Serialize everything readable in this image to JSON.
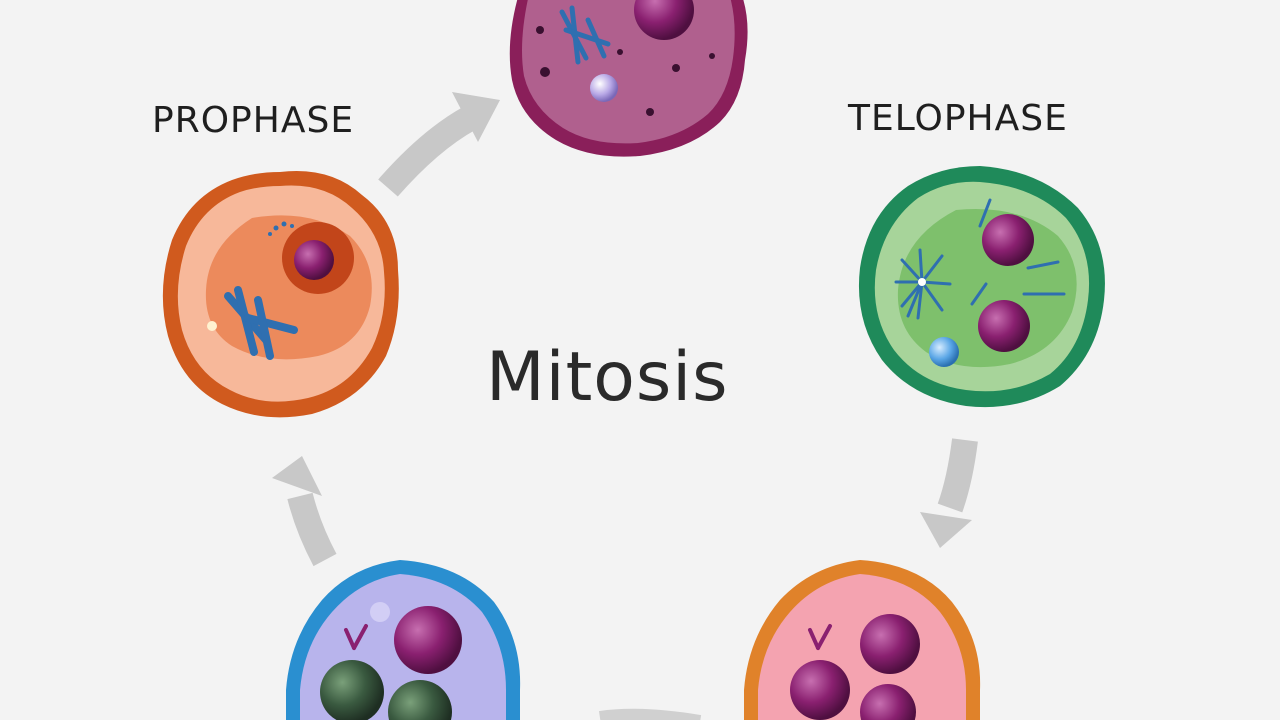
{
  "title": "Mitosis",
  "stages": [
    {
      "label": "PROPHASE",
      "color": "#d05a1e"
    },
    {
      "label": "TELOPHASE",
      "color": "#1f8a5a"
    }
  ],
  "colors": {
    "background": "#f3f3f3",
    "arrow": "#c8c8c8",
    "prophase_membrane": "#d05a1e",
    "telophase_membrane": "#1f8a5a",
    "top_cell_membrane": "#8a1f5a",
    "bottom_left_membrane": "#2a8fd0",
    "bottom_right_membrane": "#e0822a",
    "chromosome": "#2f6fb0",
    "nucleolus": "#8a2070"
  }
}
